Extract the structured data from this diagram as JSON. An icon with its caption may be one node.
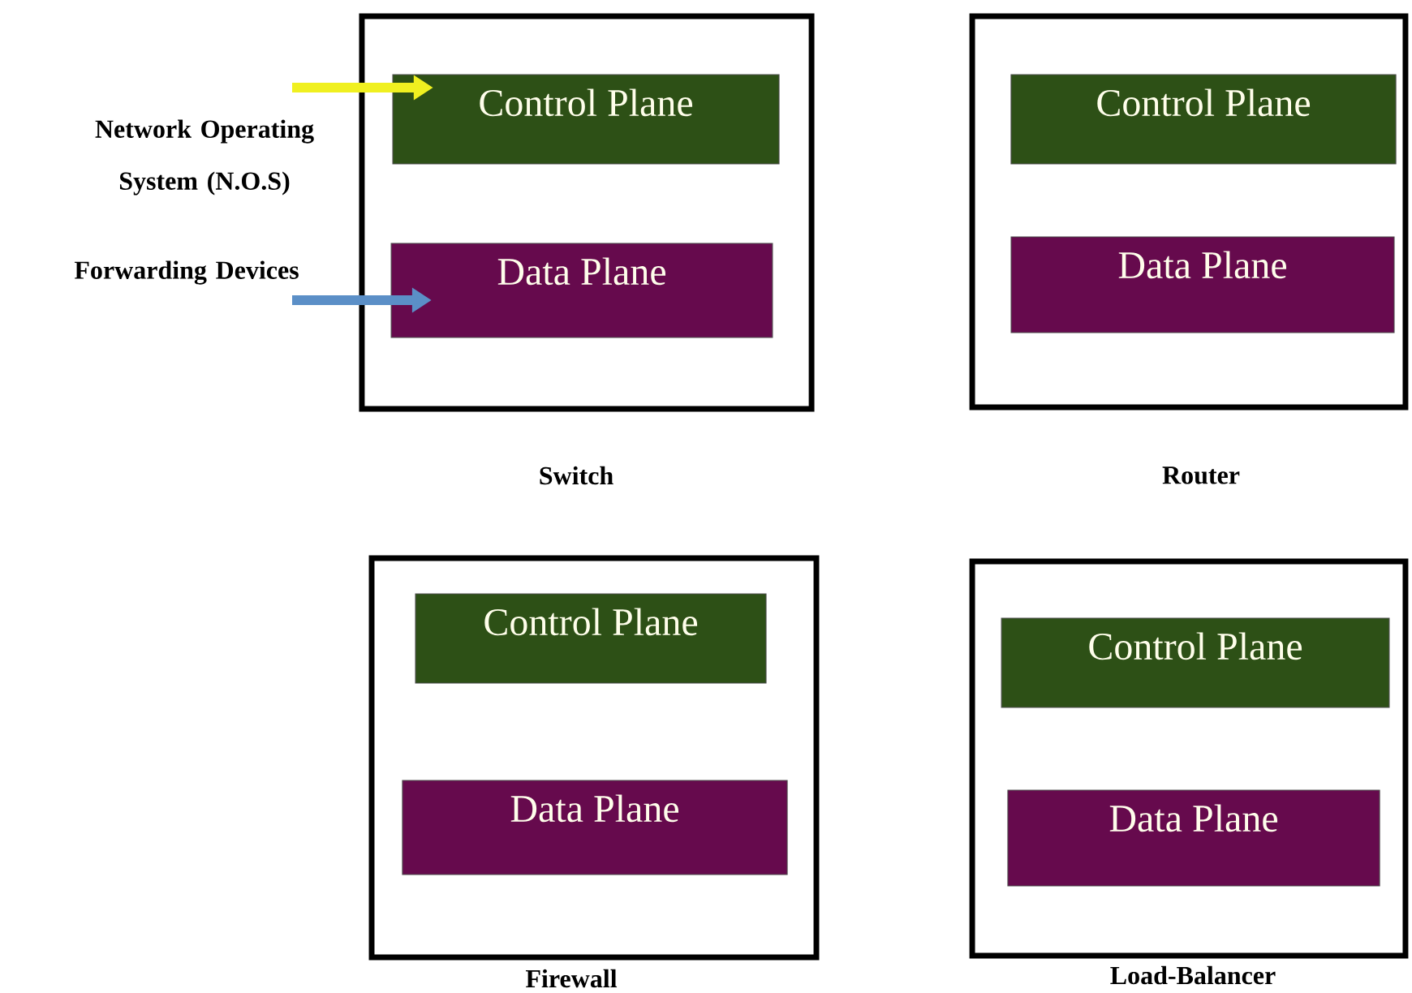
{
  "diagram": {
    "nodes": [
      {
        "text": [],
        "shape": "box",
        "beside": [
          "Switch"
        ]
      },
      {
        "text": [
          "Control Plane"
        ],
        "in": 0
      },
      {
        "text": [
          "Data Plane"
        ],
        "in": 0
      },
      {
        "text": [],
        "shape": "box",
        "beside": [
          "Router"
        ]
      },
      {
        "text": [
          "Control Plane"
        ],
        "in": 3
      },
      {
        "text": [
          "Data Plane"
        ],
        "in": 3
      },
      {
        "text": [],
        "shape": "box",
        "beside": [
          "Firewall"
        ]
      },
      {
        "text": [
          "Control Plane"
        ],
        "in": 6
      },
      {
        "text": [
          "Data Plane"
        ],
        "in": 6
      },
      {
        "text": [],
        "shape": "box",
        "beside": [
          "Load-Balancer"
        ]
      },
      {
        "text": [
          "Control Plane"
        ],
        "in": 9
      },
      {
        "text": [
          "Data Plane"
        ],
        "in": 9
      },
      {
        "text": [
          "Network Operating System (N.O.S)"
        ]
      },
      {
        "text": [
          "Forwarding Devices"
        ]
      }
    ],
    "edges": [
      {
        "from": 12,
        "to": 1,
        "arrow": "to",
        "color": "#f0f020"
      },
      {
        "from": 13,
        "to": 2,
        "arrow": "to",
        "color": "#5b8fc7"
      }
    ]
  }
}
